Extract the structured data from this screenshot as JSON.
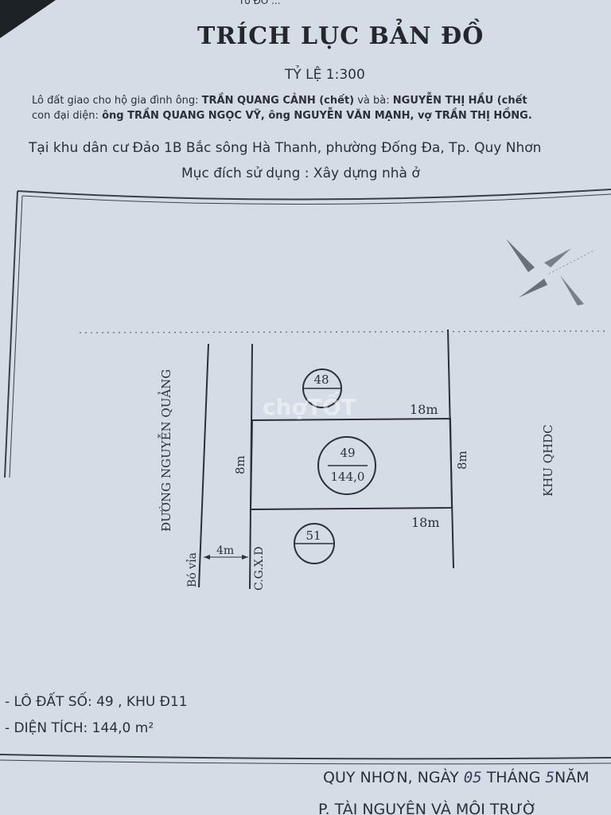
{
  "header": {
    "top_fragment": "Tổ ĐO ...",
    "title": "TRÍCH LỤC BẢN ĐỒ",
    "scale": "TỶ LỆ 1:300"
  },
  "owners": {
    "line1_prefix": "Lô đất giao cho hộ gia đình ông: ",
    "owner_husband": "TRẦN QUANG CẢNH (chết)",
    "line1_mid": " và bà: ",
    "owner_wife": "NGUYỄN THỊ HẦU (chết",
    "line2_prefix": "con đại diện: ",
    "representatives": "ông TRẦN QUANG NGỌC VỸ, ông NGUYỄN VĂN MẠNH, vợ TRẦN THỊ HỒNG."
  },
  "location": "Tại khu dân cư Đảo 1B Bắc sông Hà Thanh, phường Đống Đa, Tp. Quy Nhơn",
  "purpose": "Mục đích sử dụng : Xây dựng nhà ở",
  "map": {
    "road_name": "ĐƯỜNG NGUYỄN QUẢNG",
    "curb_label": "Bó vỉa",
    "setback_label": "C.G.X.D",
    "road_width": "4m",
    "east_zone": "KHU QHDC",
    "lot_top_neighbor": "48",
    "lot_bottom_neighbor": "51",
    "lot_number": "49",
    "lot_area_value": "144,0",
    "side_left": "8m",
    "side_right": "8m",
    "side_top": "18m",
    "side_bottom": "18m"
  },
  "watermark": "chợTỐT",
  "summary": {
    "lot_line": "- LÔ ĐẤT SỐ: 49 , KHU Đ11",
    "area_line": "- DIỆN TÍCH: 144,0 m²"
  },
  "footer": {
    "date_prefix": "QUY NHƠN, NGÀY",
    "day": "05",
    "month_label": "THÁNG",
    "month": "5",
    "year_label": "NĂM",
    "department": "P. TÀI NGUYÊN VÀ MÔI TRƯỜ"
  }
}
